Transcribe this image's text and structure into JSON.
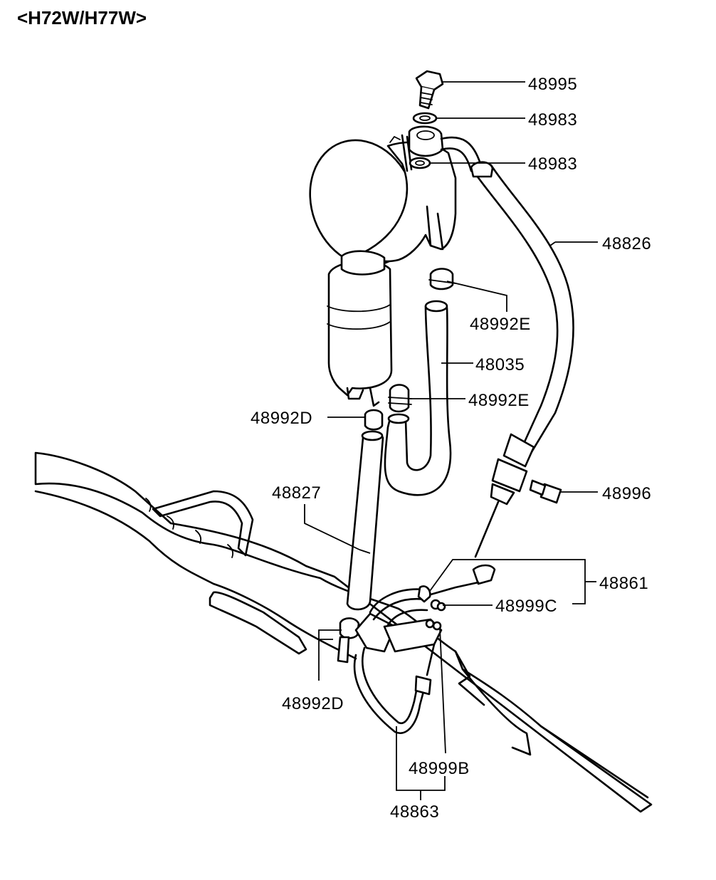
{
  "header": {
    "title": "<H72W/H77W>"
  },
  "labels": {
    "p48995": "48995",
    "p48983a": "48983",
    "p48983b": "48983",
    "p48826": "48826",
    "p48992E_a": "48992E",
    "p48035": "48035",
    "p48992E_b": "48992E",
    "p48992D_a": "48992D",
    "p48996": "48996",
    "p48827": "48827",
    "p48861": "48861",
    "p48999C": "48999C",
    "p48992D_b": "48992D",
    "p48999B": "48999B",
    "p48863": "48863"
  }
}
